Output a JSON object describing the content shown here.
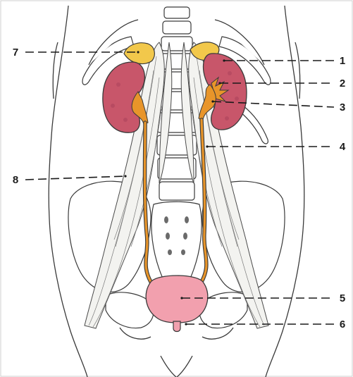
{
  "diagram": {
    "callouts": [
      {
        "id": "1",
        "label": "1"
      },
      {
        "id": "2",
        "label": "2"
      },
      {
        "id": "3",
        "label": "3"
      },
      {
        "id": "4",
        "label": "4"
      },
      {
        "id": "5",
        "label": "5"
      },
      {
        "id": "6",
        "label": "6"
      },
      {
        "id": "7",
        "label": "7"
      },
      {
        "id": "8",
        "label": "8"
      }
    ],
    "colors": {
      "kidney": "#c8566a",
      "adrenal": "#f2c84b",
      "pelvis_ureter": "#e8952a",
      "bladder": "#f2a0ae",
      "muscle": "#f3f3f0",
      "outline": "#3a3a3a"
    }
  }
}
